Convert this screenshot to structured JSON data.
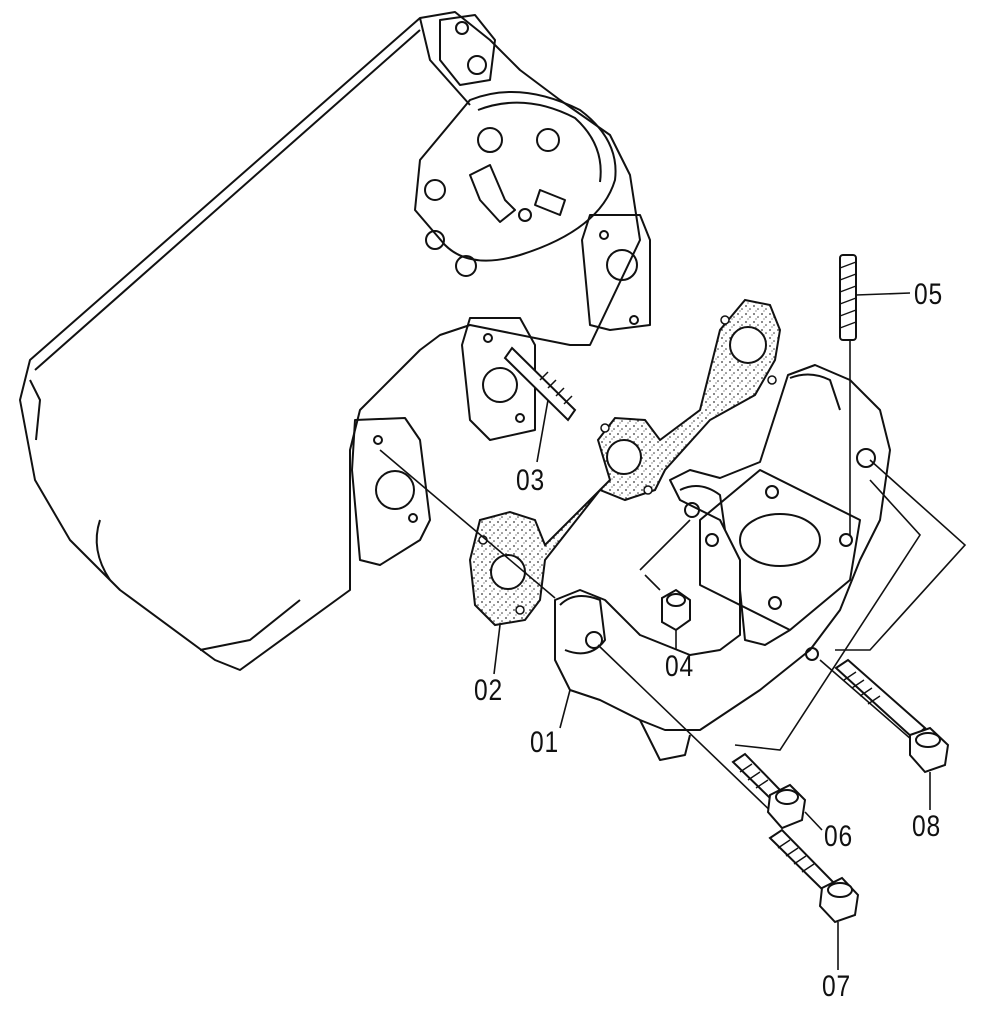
{
  "diagram": {
    "colors": {
      "line": "#111111",
      "gasket": "#555555",
      "background": "#ffffff"
    },
    "labels": {
      "p01": "01",
      "p02": "02",
      "p03": "03",
      "p04": "04",
      "p05": "05",
      "p06": "06",
      "p07": "07",
      "p08": "08"
    }
  }
}
